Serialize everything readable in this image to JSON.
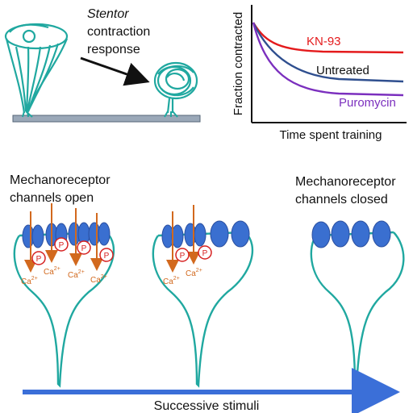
{
  "top_left": {
    "caption_line1": "Stentor",
    "caption_line2": "contraction",
    "caption_line3": "response"
  },
  "chart_data": {
    "type": "line",
    "xlabel": "Time spent training",
    "ylabel": "Fraction contracted",
    "series": [
      {
        "name": "KN-93",
        "color": "#e41a1c"
      },
      {
        "name": "Untreated",
        "color": "#2f4f8f"
      },
      {
        "name": "Puromycin",
        "color": "#7b2fbe"
      }
    ]
  },
  "cells": {
    "open_label_line1": "Mechanoreceptor",
    "open_label_line2": "channels open",
    "closed_label_line1": "Mechanoreceptor",
    "closed_label_line2": "channels closed",
    "phospho": "P",
    "calcium": "Ca",
    "calcium_charge": "2+"
  },
  "bottom_arrow_label": "Successive stimuli",
  "colors": {
    "teal": "#20a8a0",
    "channel_blue": "#3a6fd0",
    "orange": "#d2691e",
    "red": "#d62020",
    "arrow_blue": "#3b6fd8"
  }
}
